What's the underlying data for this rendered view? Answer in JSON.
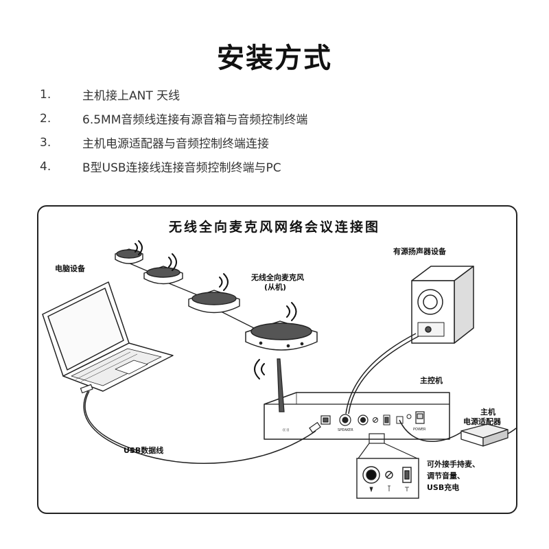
{
  "page_title": "安装方式",
  "steps": [
    {
      "num": "1.",
      "text": "主机接上ANT 天线"
    },
    {
      "num": "2.",
      "text": "6.5MM音频线连接有源音箱与音频控制终端"
    },
    {
      "num": "3.",
      "text": "主机电源适配器与音频控制终端连接"
    },
    {
      "num": "4.",
      "text": "B型USB连接线连接音频控制终端与PC"
    }
  ],
  "diagram": {
    "title": "无线全向麦克风网络会议连接图",
    "labels": {
      "computer": "电脑设备",
      "wireless_mic_line1": "无线全向麦克风",
      "wireless_mic_line2": "(从机)",
      "speaker": "有源扬声器设备",
      "host": "主控机",
      "adapter_line1": "主机",
      "adapter_line2": "电源适配器",
      "usb_cable": "USB数据线",
      "note_line1": "可外接手持麦、",
      "note_line2": "调节音量、",
      "note_line3": "USB充电"
    },
    "panel_labels": {
      "speaker_port": "SPEAKER",
      "power_switch": "POWER"
    }
  }
}
